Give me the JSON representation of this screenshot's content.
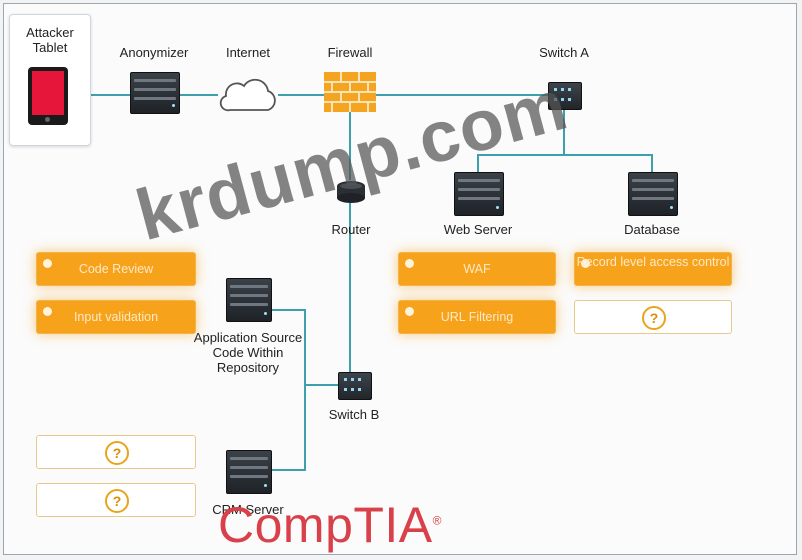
{
  "nodes": {
    "attacker": {
      "label": "Attacker Tablet"
    },
    "anonymizer": {
      "label": "Anonymizer"
    },
    "internet": {
      "label": "Internet"
    },
    "firewall": {
      "label": "Firewall"
    },
    "switch_a": {
      "label": "Switch A"
    },
    "router": {
      "label": "Router"
    },
    "web_server": {
      "label": "Web Server"
    },
    "database": {
      "label": "Database"
    },
    "repository": {
      "label": "Application Source Code Within Repository"
    },
    "switch_b": {
      "label": "Switch B"
    },
    "crm_server": {
      "label": "CRM Server"
    }
  },
  "controls": {
    "code_review": "Code Review",
    "input_validation": "Input validation",
    "waf": "WAF",
    "url_filtering": "URL Filtering",
    "record_level": "Record level access control",
    "placeholder": "?"
  },
  "watermark": "krdump.com",
  "brand": {
    "name": "CompTIA",
    "mark": "®"
  },
  "colors": {
    "accent": "#f6a21a",
    "line": "#3fa0ad",
    "brand": "#d9414a",
    "tablet_screen": "#e6163b"
  }
}
